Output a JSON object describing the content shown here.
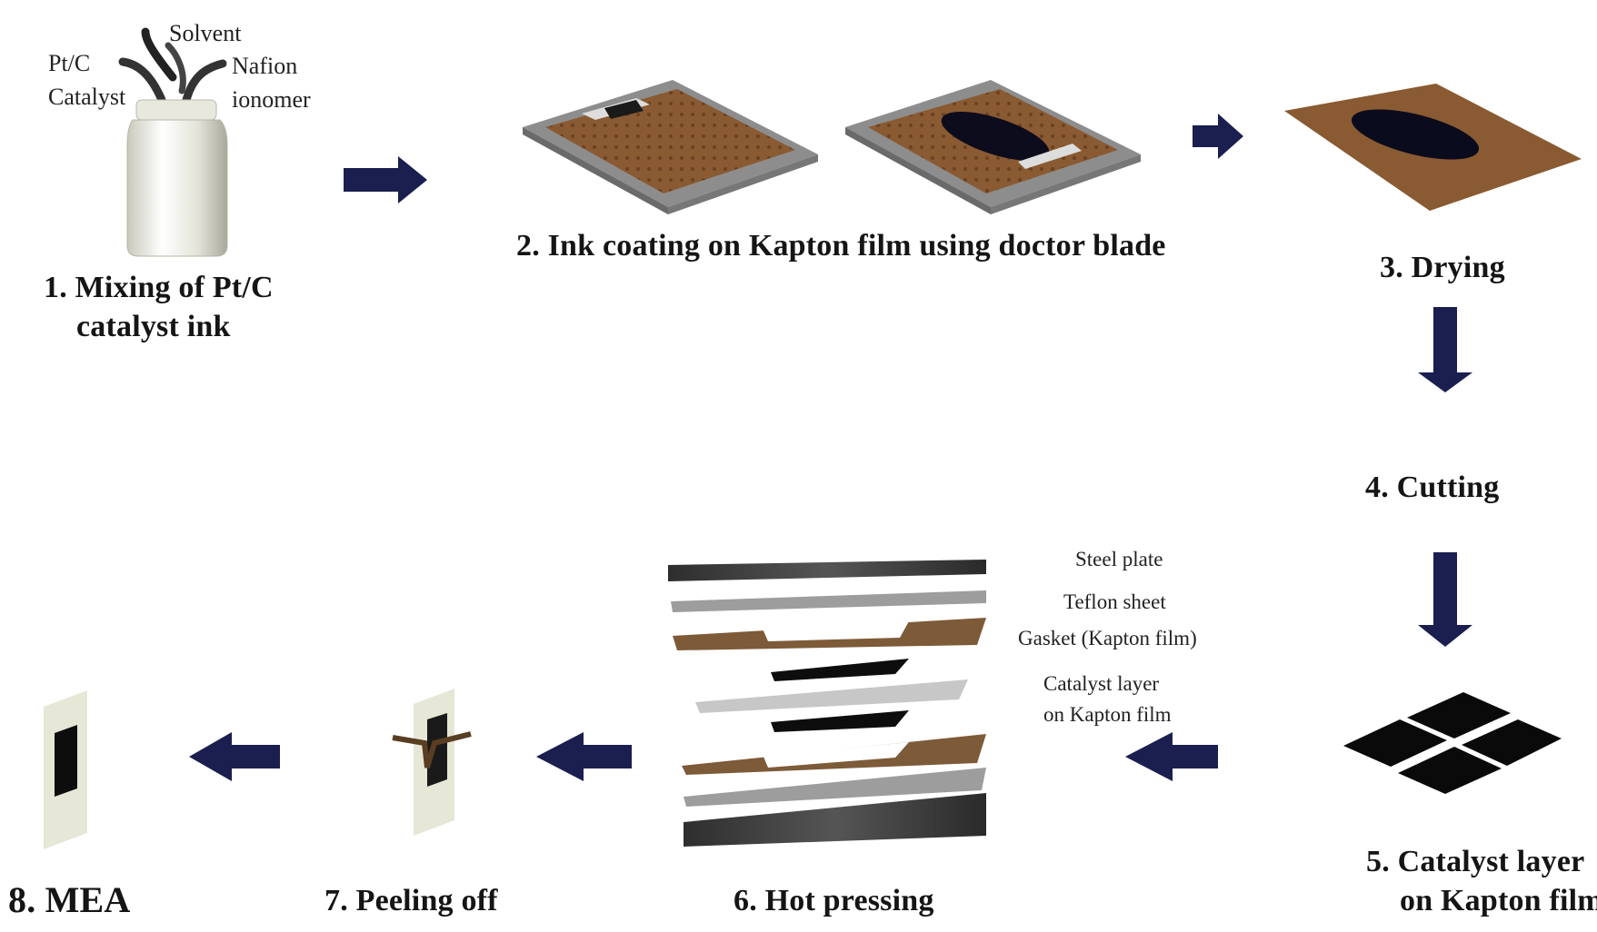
{
  "steps": {
    "s1_line1": "1. Mixing of Pt/C",
    "s1_line2": "catalyst ink",
    "s2": "2. Ink coating on Kapton film using doctor blade",
    "s3": "3. Drying",
    "s4": "4. Cutting",
    "s5_line1": "5. Catalyst layer",
    "s5_line2": "on Kapton film",
    "s6": "6. Hot pressing",
    "s7": "7. Peeling off",
    "s8": "8.  MEA"
  },
  "ingredients": {
    "solvent": "Solvent",
    "ptc_line1": "Pt/C",
    "ptc_line2": "Catalyst",
    "nafion_line1": "Nafion",
    "nafion_line2": "ionomer"
  },
  "layers": {
    "steel": "Steel plate",
    "teflon": "Teflon sheet",
    "gasket": "Gasket (Kapton film)",
    "catalyst_line1": "Catalyst layer",
    "catalyst_line2": "on Kapton film"
  },
  "colors": {
    "arrow": "#1a1f4f",
    "kapton": "#8a5a32",
    "steel": "#3a3a3a",
    "plate": "#9a9a9a"
  }
}
